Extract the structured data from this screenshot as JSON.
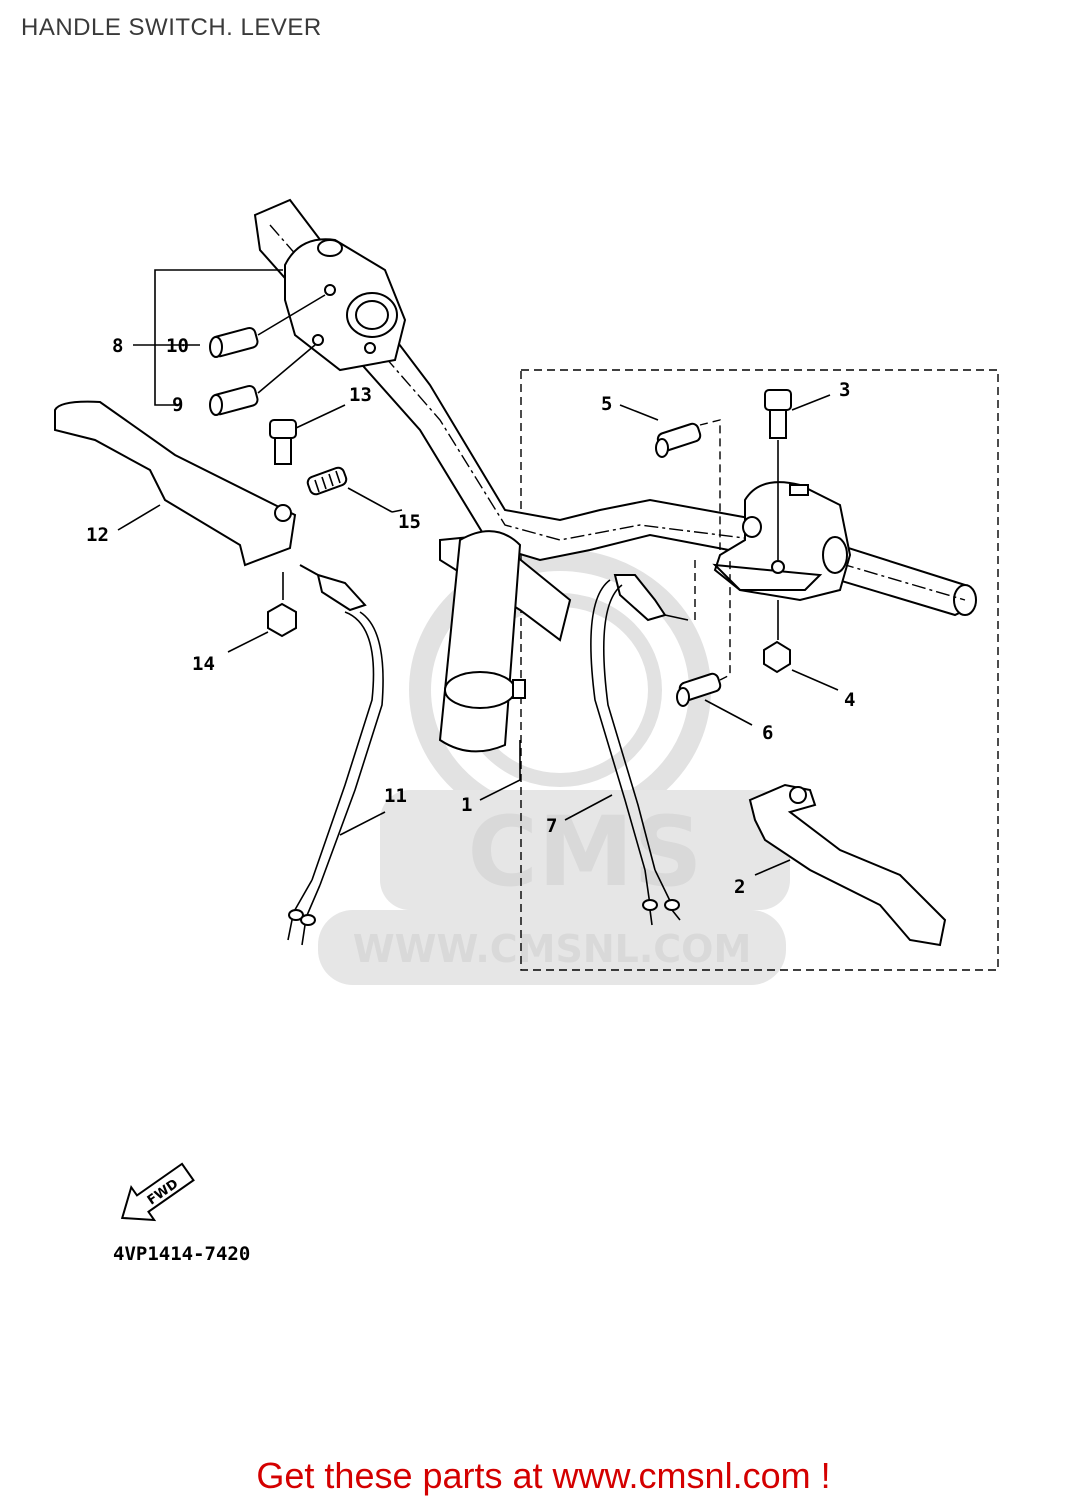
{
  "header": {
    "title": "HANDLE SWITCH. LEVER"
  },
  "diagram": {
    "part_numbers": [
      "1",
      "2",
      "3",
      "4",
      "5",
      "6",
      "7",
      "8",
      "9",
      "10",
      "11",
      "12",
      "13",
      "14",
      "15"
    ],
    "direction_label": "FWD",
    "diagram_code": "4VP1414-7420",
    "watermark": {
      "brand": "CMS",
      "url": "WWW.CMSNL.COM"
    }
  },
  "footer": {
    "text": "Get these parts at www.cmsnl.com !"
  },
  "colors": {
    "footer_text": "#d40000",
    "title_text": "#3a3a3a",
    "watermark": "#d9d9d9"
  }
}
